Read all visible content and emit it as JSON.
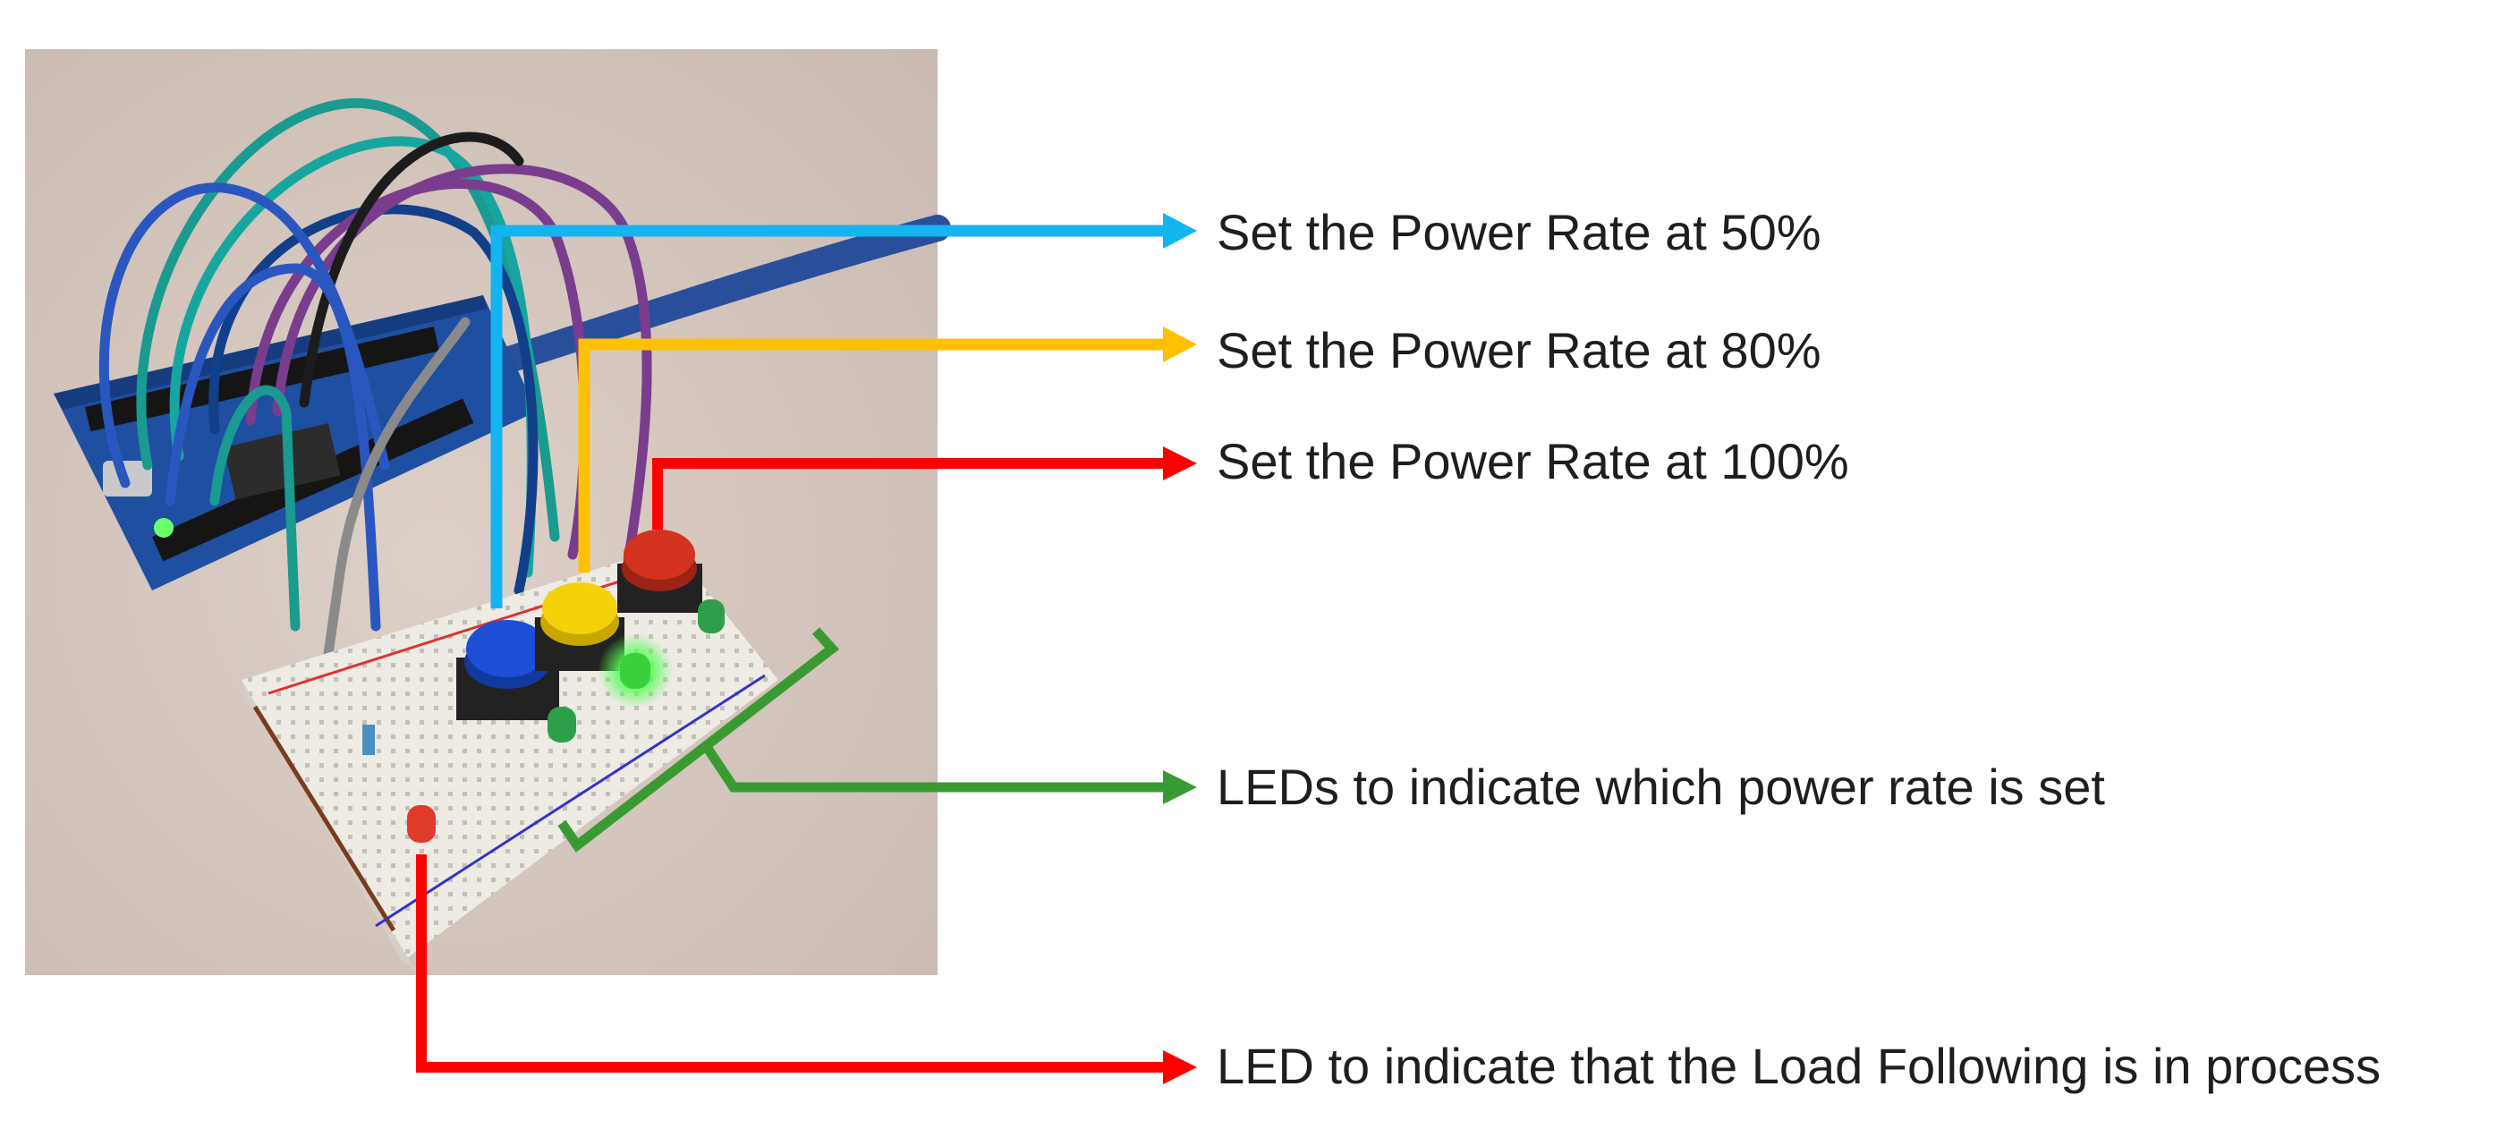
{
  "annotations": {
    "power_50": "Set the Power Rate at 50%",
    "power_80": "Set the Power Rate at 80%",
    "power_100": "Set the Power Rate at 100%",
    "leds_power": "LEDs to indicate which power rate is set",
    "led_load_following": "LED to indicate that the Load Following is in process"
  },
  "colors": {
    "blue_callout": "#14b4f0",
    "yellow_callout": "#ffc000",
    "red_callout": "#ff0000",
    "green_callout": "#3a9a32",
    "photo_background": "#d6c8bf",
    "board_blue": "#1f4fa0",
    "breadboard": "#eeeae4",
    "button_blue": "#1d4fd6",
    "button_yellow": "#f4d20a",
    "button_red": "#d2321e",
    "led_green": "#3ccf3c",
    "led_red": "#e03a2a"
  },
  "icons": {
    "photo": "arduino-breadboard-photo",
    "arrowheads": "arrow-right-icon"
  }
}
